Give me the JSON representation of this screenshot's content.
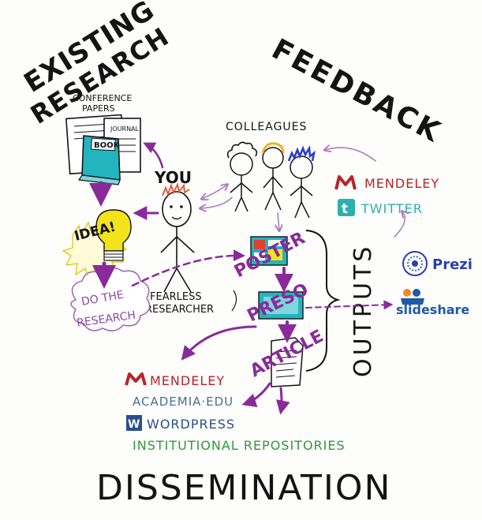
{
  "headings": {
    "existing_research": [
      "EXISTING",
      "RESEARCH"
    ],
    "feedback": "FEEDBACK",
    "dissemination": "DISSEMINATION",
    "outputs": "OUTPUTS"
  },
  "research_stack": {
    "conference_papers": [
      "CONFERENCE",
      "PAPERS"
    ],
    "journal": "JOURNAL",
    "book": "BOOK"
  },
  "researcher": {
    "you": "YOU",
    "caption": [
      "FEARLESS",
      "RESEARCHER"
    ]
  },
  "process": {
    "idea": "IDEA!",
    "do_the_research": [
      "DO THE",
      "RESEARCH"
    ]
  },
  "feedback_group": {
    "colleagues": "COLLEAGUES",
    "channels": [
      {
        "label": "MENDELEY",
        "icon": "mendeley-icon",
        "color": "#b8232a"
      },
      {
        "label": "TWITTER",
        "icon": "twitter-icon",
        "color": "#2bb0b0"
      }
    ]
  },
  "outputs": [
    {
      "label": "POSTER",
      "icon": "poster-icon"
    },
    {
      "label": "PRESO",
      "icon": "presentation-icon"
    },
    {
      "label": "ARTICLE",
      "icon": "article-icon"
    }
  ],
  "presentation_platforms": [
    {
      "label": "Prezi",
      "icon": "prezi-icon",
      "color": "#2a3fb0"
    },
    {
      "label": "slideshare",
      "icon": "slideshare-icon",
      "color": "#1e5aa8"
    }
  ],
  "dissemination_channels": [
    {
      "label": "MENDELEY",
      "icon": "mendeley-icon",
      "color": "#b8232a"
    },
    {
      "label": "ACADEMIA·EDU",
      "icon": "",
      "color": "#4a6e9a"
    },
    {
      "label": "WORDPRESS",
      "icon": "wordpress-icon",
      "color": "#2a4f8a"
    },
    {
      "label": "INSTITUTIONAL REPOSITORIES",
      "icon": "",
      "color": "#2f9a3a"
    }
  ],
  "colors": {
    "ink": "#141414",
    "purple": "#8a2a9a",
    "teal": "#22b5c0",
    "idea_yellow": "#f4e21a",
    "cloud_purple": "#a46ab8",
    "hair_red": "#e0603a",
    "hair_yellow": "#f0b030",
    "hair_blue": "#2a3fd0"
  }
}
